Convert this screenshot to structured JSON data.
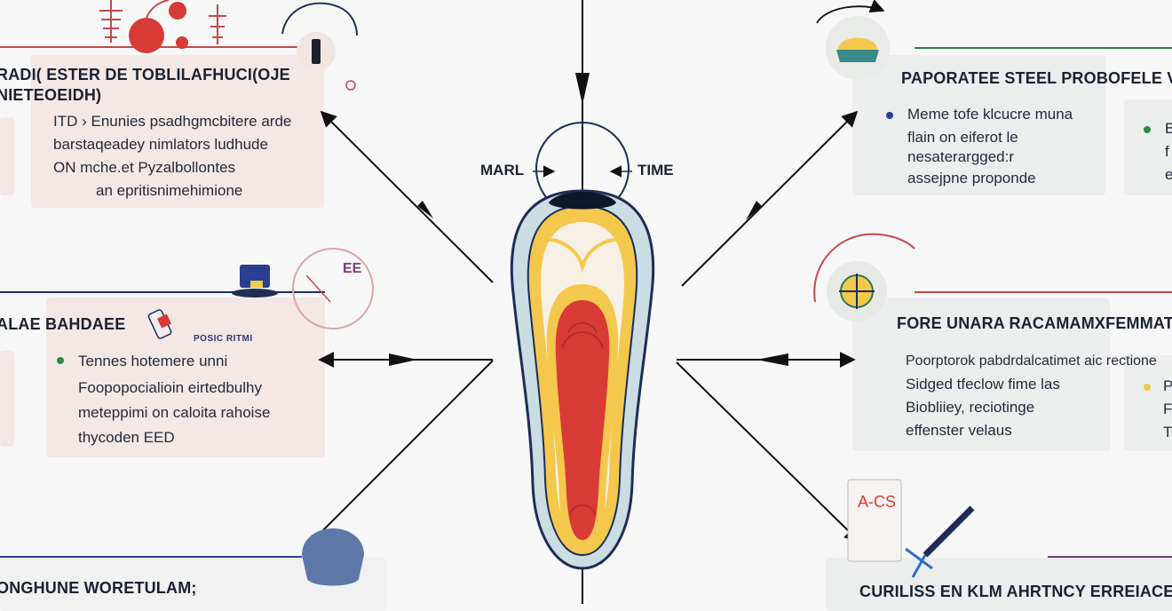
{
  "center": {
    "left_label": "MARL",
    "right_label": "TIME"
  },
  "sections": {
    "top_left": {
      "title_line1": "RADI( ESTER DE TOBLILAFHUCI(OJE",
      "title_line2": "NIETEOEIDH)",
      "lines": [
        "ITD ›  Enunies psadhgmcbitere arde",
        "barstaqeadey nimlators ludhude",
        "ON     mche.et Pyzalbollontes",
        "an epritisnimehimione"
      ]
    },
    "mid_left": {
      "title": "ALAE BAHDAEE",
      "tag": "POSIC  RITMI",
      "lines": [
        "Tennes hotemere unni",
        "Foopopocialioin eirtedbulhy",
        "meteppimi on caloita rahoise",
        "thycoden EED"
      ]
    },
    "bottom_left": {
      "title": "ONGHUNE WORETULAM;"
    },
    "top_right": {
      "title": "PAPORATEE STEEL PROBOFELE V",
      "lines": [
        "Meme tofe klcucre muna",
        "flain on eiferot le",
        "nesaterargged:r",
        "assejpne proponde"
      ],
      "side_lines": [
        "B",
        "f",
        "e"
      ]
    },
    "mid_right": {
      "title": "FORE UNARA RACAMAMXFEMMAT",
      "lines": [
        "Poorptorok pabdrdalcatimet aic rectione",
        "Sidged tfeclow fime las",
        "Biobliiey, reciotinge",
        "effenster velaus"
      ],
      "side_lines": [
        "P",
        "F",
        "T"
      ]
    },
    "bottom_right": {
      "title": "CURILISS EN KLM AHRTNCY ERREIACES",
      "note_text": "A-CS"
    },
    "icon_text": {
      "ee_badge": "EE"
    }
  },
  "colors": {
    "red": "#d83a36",
    "yellow": "#f3c84d",
    "navy": "#1f2d55",
    "teal_light": "#c9dde2",
    "green_dot": "#2e8a3e",
    "blue_dot": "#2a3f8f"
  }
}
